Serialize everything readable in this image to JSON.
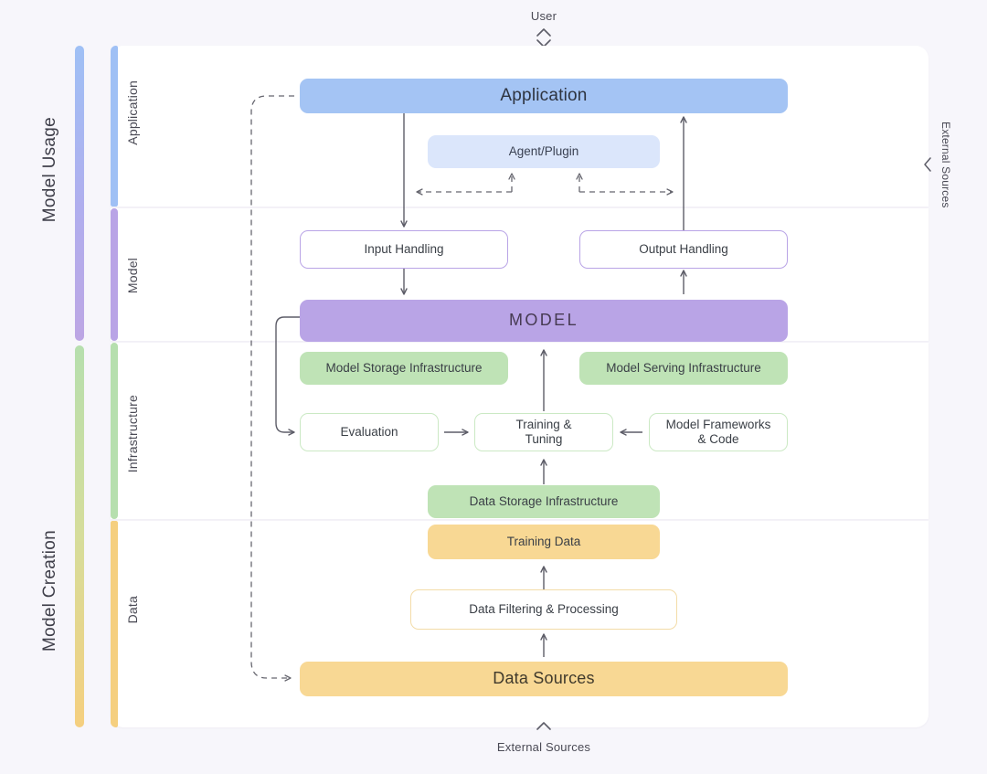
{
  "background": "#f7f6fb",
  "endpoints": {
    "top": {
      "label": "User",
      "icon": "chevron-up-down-icon"
    },
    "bottom": {
      "label": "External Sources",
      "icon": "chevron-up-icon"
    },
    "right": {
      "label": "External Sources",
      "icon": "chevron-left-icon"
    }
  },
  "groups": [
    {
      "id": "model-usage",
      "label": "Model Usage",
      "color_start": "#9fc0f5",
      "color_end": "#b9a4e6"
    },
    {
      "id": "model-creation",
      "label": "Model Creation",
      "color_start": "#b6dfae",
      "color_end": "#f5cf7f"
    }
  ],
  "rows": [
    {
      "id": "application",
      "label": "Application",
      "color": "#9fc0f5"
    },
    {
      "id": "model",
      "label": "Model",
      "color": "#b9a4e6"
    },
    {
      "id": "infrastructure",
      "label": "Infrastructure",
      "color": "#b6dfae"
    },
    {
      "id": "data",
      "label": "Data",
      "color": "#f5cf7f"
    }
  ],
  "nodes": {
    "application": {
      "label": "Application",
      "fill": "#a4c4f4",
      "text": "#2e3440"
    },
    "agent_plugin": {
      "label": "Agent/Plugin",
      "fill": "#dbe6fb",
      "text": "#3a4152"
    },
    "input_handling": {
      "label": "Input Handling",
      "fill": "#ffffff",
      "border": "#b9a4e6"
    },
    "output_handling": {
      "label": "Output Handling",
      "fill": "#ffffff",
      "border": "#b9a4e6"
    },
    "model": {
      "label": "MODEL",
      "fill": "#b9a4e6",
      "text": "#463a52"
    },
    "model_storage": {
      "label": "Model Storage Infrastructure",
      "fill": "#bfe3b6"
    },
    "model_serving": {
      "label": "Model Serving Infrastructure",
      "fill": "#bfe3b6"
    },
    "evaluation": {
      "label": "Evaluation",
      "fill": "#ffffff",
      "border": "#cbe9c4"
    },
    "training_tuning": {
      "label": "Training &\nTuning",
      "fill": "#ffffff",
      "border": "#cbe9c4"
    },
    "model_frameworks": {
      "label": "Model Frameworks\n& Code",
      "fill": "#ffffff",
      "border": "#cbe9c4"
    },
    "data_storage": {
      "label": "Data Storage Infrastructure",
      "fill": "#bfe3b6"
    },
    "training_data": {
      "label": "Training Data",
      "fill": "#f8d894"
    },
    "data_filtering": {
      "label": "Data Filtering & Processing",
      "fill": "#ffffff",
      "border": "#f3dca8"
    },
    "data_sources": {
      "label": "Data Sources",
      "fill": "#f8d894",
      "text": "#403a2c"
    }
  },
  "connectors": {
    "app_to_input": {
      "style": "solid",
      "direction": "down"
    },
    "output_to_app": {
      "style": "solid",
      "direction": "up"
    },
    "agent_left": {
      "style": "dashed",
      "direction": "bidirectional"
    },
    "agent_right": {
      "style": "dashed",
      "direction": "bidirectional"
    },
    "input_to_model": {
      "style": "solid",
      "direction": "down"
    },
    "model_to_output": {
      "style": "solid",
      "direction": "up"
    },
    "model_to_evaluation": {
      "style": "solid",
      "direction": "curved-down-right"
    },
    "evaluation_to_training": {
      "style": "solid",
      "direction": "right"
    },
    "frameworks_to_training": {
      "style": "solid",
      "direction": "left"
    },
    "training_to_model": {
      "style": "solid",
      "direction": "up"
    },
    "datastorage_to_training": {
      "style": "solid",
      "direction": "up"
    },
    "trainingdata_to_storage": {
      "style": "solid",
      "direction": "up"
    },
    "filtering_to_data": {
      "style": "solid",
      "direction": "up"
    },
    "sources_to_filtering": {
      "style": "solid",
      "direction": "up"
    },
    "app_to_datasources": {
      "style": "dashed",
      "direction": "curved-down-right"
    }
  },
  "colors": {
    "arrow": "#5d5d68",
    "card": "#ffffff",
    "dashed": "#66666f"
  }
}
